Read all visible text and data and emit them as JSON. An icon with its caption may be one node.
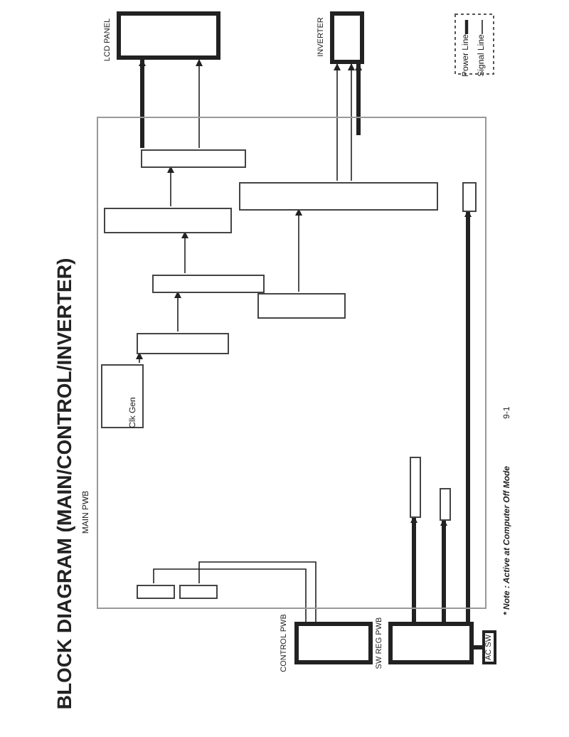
{
  "diagram": {
    "title": "BLOCK DIAGRAM (MAIN/CONTROL/INVERTER)",
    "nodes": [
      {
        "text": [
          "LCD PANEL"
        ]
      },
      {
        "text": [
          "INVERTER"
        ]
      },
      {
        "text": [
          "MAIN PWB"
        ]
      },
      {
        "text": [],
        "shape": "box",
        "in": 2
      },
      {
        "text": [],
        "shape": "box",
        "in": 2
      },
      {
        "text": [],
        "shape": "box",
        "in": 2
      },
      {
        "text": [],
        "shape": "box",
        "in": 2
      },
      {
        "text": [],
        "shape": "box",
        "in": 2
      },
      {
        "text": [],
        "shape": "box",
        "in": 2
      },
      {
        "text": [
          "Clk Gen"
        ],
        "in": 2
      },
      {
        "text": [],
        "shape": "box",
        "in": 2
      },
      {
        "text": [],
        "shape": "box",
        "in": 2
      },
      {
        "text": [],
        "shape": "box",
        "in": 2
      },
      {
        "text": [],
        "shape": "box",
        "in": 2
      },
      {
        "text": [],
        "shape": "box",
        "in": 2
      },
      {
        "text": [
          "CONTROL PWB"
        ]
      },
      {
        "text": [
          "SW REG PWB"
        ]
      },
      {
        "text": [
          "AC SW"
        ]
      }
    ],
    "edges": [
      {
        "from": 3,
        "to": 0,
        "arrow": "to",
        "style": "thick"
      },
      {
        "from": 3,
        "to": 0,
        "arrow": "to"
      },
      {
        "from": 4,
        "to": 3,
        "arrow": "to"
      },
      {
        "from": 5,
        "to": 4,
        "arrow": "to"
      },
      {
        "from": 6,
        "to": 5,
        "arrow": "to"
      },
      {
        "from": 7,
        "to": 1,
        "arrow": "to"
      },
      {
        "from": 7,
        "to": 1,
        "arrow": "to"
      },
      {
        "from": 8,
        "to": 7,
        "arrow": "to"
      },
      {
        "from": 9,
        "to": 6,
        "arrow": "to"
      },
      {
        "from": null,
        "to": 1,
        "arrow": "to",
        "style": "thick"
      },
      {
        "from": 16,
        "to": 12,
        "arrow": "to",
        "style": "thick"
      },
      {
        "from": 16,
        "to": 13,
        "arrow": "to",
        "style": "thick"
      },
      {
        "from": 16,
        "to": 14,
        "arrow": "to",
        "style": "thick"
      },
      {
        "from": 15,
        "to": 10,
        "arrow": "none"
      },
      {
        "from": 15,
        "to": 11,
        "arrow": "none"
      },
      {
        "from": 17,
        "to": 16,
        "arrow": "none",
        "style": "thick"
      }
    ],
    "labels": [
      "* Note : Active at Computer Off Mode",
      "9-1"
    ],
    "legend": [
      {
        "text": "Power Line"
      },
      {
        "text": "Signal Line"
      }
    ]
  }
}
